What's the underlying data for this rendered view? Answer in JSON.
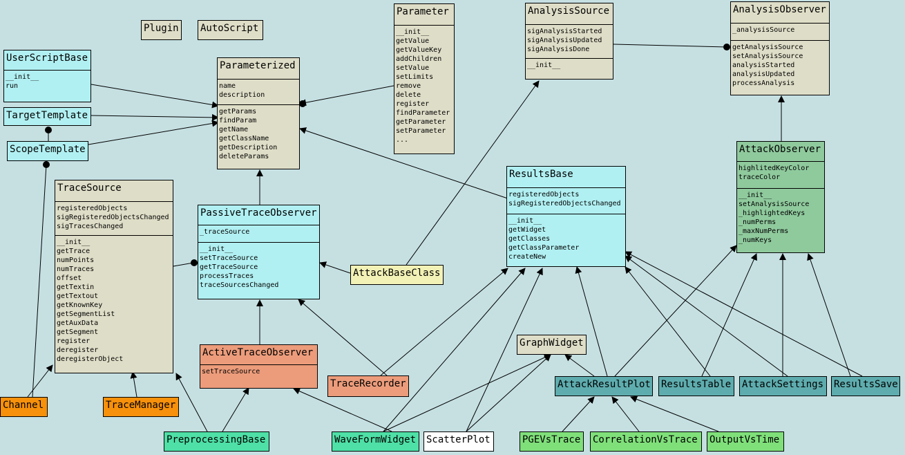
{
  "colors": {
    "background": "#c6e0e2",
    "beige": "#deddc7",
    "cyan": "#b1f0f2",
    "green_dark": "#8fca9d",
    "salmon": "#ec9c7b",
    "orange": "#f7900a",
    "yellow": "#f2f2b6",
    "teal": "#5eacae",
    "mint": "#4ee0a6",
    "lightgreen": "#7fe07a",
    "white": "#ffffff"
  },
  "classes": {
    "plugin": {
      "title": "Plugin"
    },
    "autoscript": {
      "title": "AutoScript"
    },
    "parameter": {
      "title": "Parameter",
      "attrs": [],
      "methods": [
        "__init__",
        "getValue",
        "getValueKey",
        "addChildren",
        "setValue",
        "setLimits",
        "remove",
        "delete",
        "register",
        "findParameter",
        "getParameter",
        "setParameter",
        "..."
      ]
    },
    "analysis_source": {
      "title": "AnalysisSource",
      "attrs": [
        "sigAnalysisStarted",
        "sigAnalysisUpdated",
        "sigAnalysisDone"
      ],
      "methods": [
        "__init__"
      ]
    },
    "analysis_observer": {
      "title": "AnalysisObserver",
      "attrs": [
        "_analysisSource"
      ],
      "methods": [
        "getAnalysisSource",
        "setAnalysisSource",
        "analysisStarted",
        "analysisUpdated",
        "processAnalysis"
      ]
    },
    "user_script_base": {
      "title": "UserScriptBase",
      "attrs": [
        "__init__",
        "run"
      ]
    },
    "parameterized": {
      "title": "Parameterized",
      "attrs": [
        "name",
        "description"
      ],
      "methods": [
        "getParams",
        "findParam",
        "getName",
        "getClassName",
        "getDescription",
        "deleteParams"
      ]
    },
    "target_template": {
      "title": "TargetTemplate"
    },
    "scope_template": {
      "title": "ScopeTemplate"
    },
    "trace_source": {
      "title": "TraceSource",
      "attrs": [
        "registeredObjects",
        "sigRegisteredObjectsChanged",
        "sigTracesChanged"
      ],
      "methods": [
        "__init__",
        "getTrace",
        "numPoints",
        "numTraces",
        "offset",
        "getTextin",
        "getTextout",
        "getKnownKey",
        "getSegmentList",
        "getAuxData",
        "getSegment",
        "register",
        "deregister",
        "deregisterObject"
      ]
    },
    "passive_trace_observer": {
      "title": "PassiveTraceObserver",
      "attrs": [
        "_traceSource"
      ],
      "methods": [
        "__init__",
        "setTraceSource",
        "getTraceSource",
        "processTraces",
        "traceSourcesChanged"
      ]
    },
    "attack_base_class": {
      "title": "AttackBaseClass"
    },
    "results_base": {
      "title": "ResultsBase",
      "attrs": [
        "registeredObjects",
        "sigRegisteredObjectsChanged"
      ],
      "methods": [
        "__init__",
        "getWidget",
        "getClasses",
        "getClassParameter",
        "createNew"
      ]
    },
    "attack_observer": {
      "title": "AttackObserver",
      "attrs": [
        "highlitedKeyColor",
        "traceColor"
      ],
      "methods": [
        "__init__",
        "setAnalysisSource",
        "_highlightedKeys",
        "_numPerms",
        "_maxNumPerms",
        "_numKeys"
      ]
    },
    "active_trace_observer": {
      "title": "ActiveTraceObserver",
      "attrs": [
        "setTraceSource"
      ]
    },
    "trace_recorder": {
      "title": "TraceRecorder"
    },
    "graph_widget": {
      "title": "GraphWidget"
    },
    "attack_result_plot": {
      "title": "AttackResultPlot"
    },
    "results_table": {
      "title": "ResultsTable"
    },
    "attack_settings": {
      "title": "AttackSettings"
    },
    "results_save": {
      "title": "ResultsSave"
    },
    "channel": {
      "title": "Channel"
    },
    "trace_manager": {
      "title": "TraceManager"
    },
    "preprocessing_base": {
      "title": "PreprocessingBase"
    },
    "waveform_widget": {
      "title": "WaveFormWidget"
    },
    "scatter_plot": {
      "title": "ScatterPlot"
    },
    "pge_vs_trace": {
      "title": "PGEVsTrace"
    },
    "correlation_vs_trace": {
      "title": "CorrelationVsTrace"
    },
    "output_vs_time": {
      "title": "OutputVsTime"
    }
  }
}
